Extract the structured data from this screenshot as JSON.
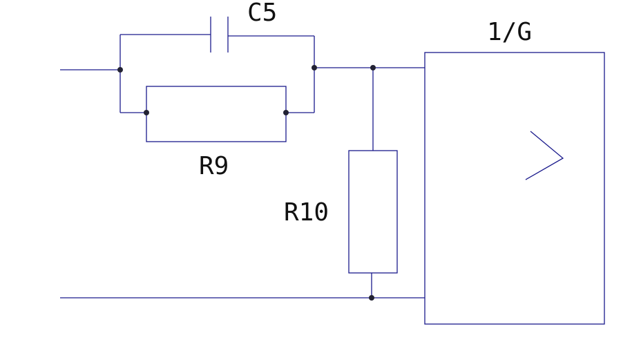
{
  "diagram": {
    "colors": {
      "wire": "#1a1a8c",
      "node": "#222233",
      "text": "#111111",
      "background": "#ffffff"
    },
    "components": {
      "c5": {
        "label": "C5",
        "kind": "capacitor"
      },
      "r9": {
        "label": "R9",
        "kind": "resistor"
      },
      "r10": {
        "label": "R10",
        "kind": "resistor"
      },
      "amp": {
        "label": "1/G",
        "kind": "amplifier-block",
        "symbol": "greater-than-chevron"
      }
    }
  }
}
